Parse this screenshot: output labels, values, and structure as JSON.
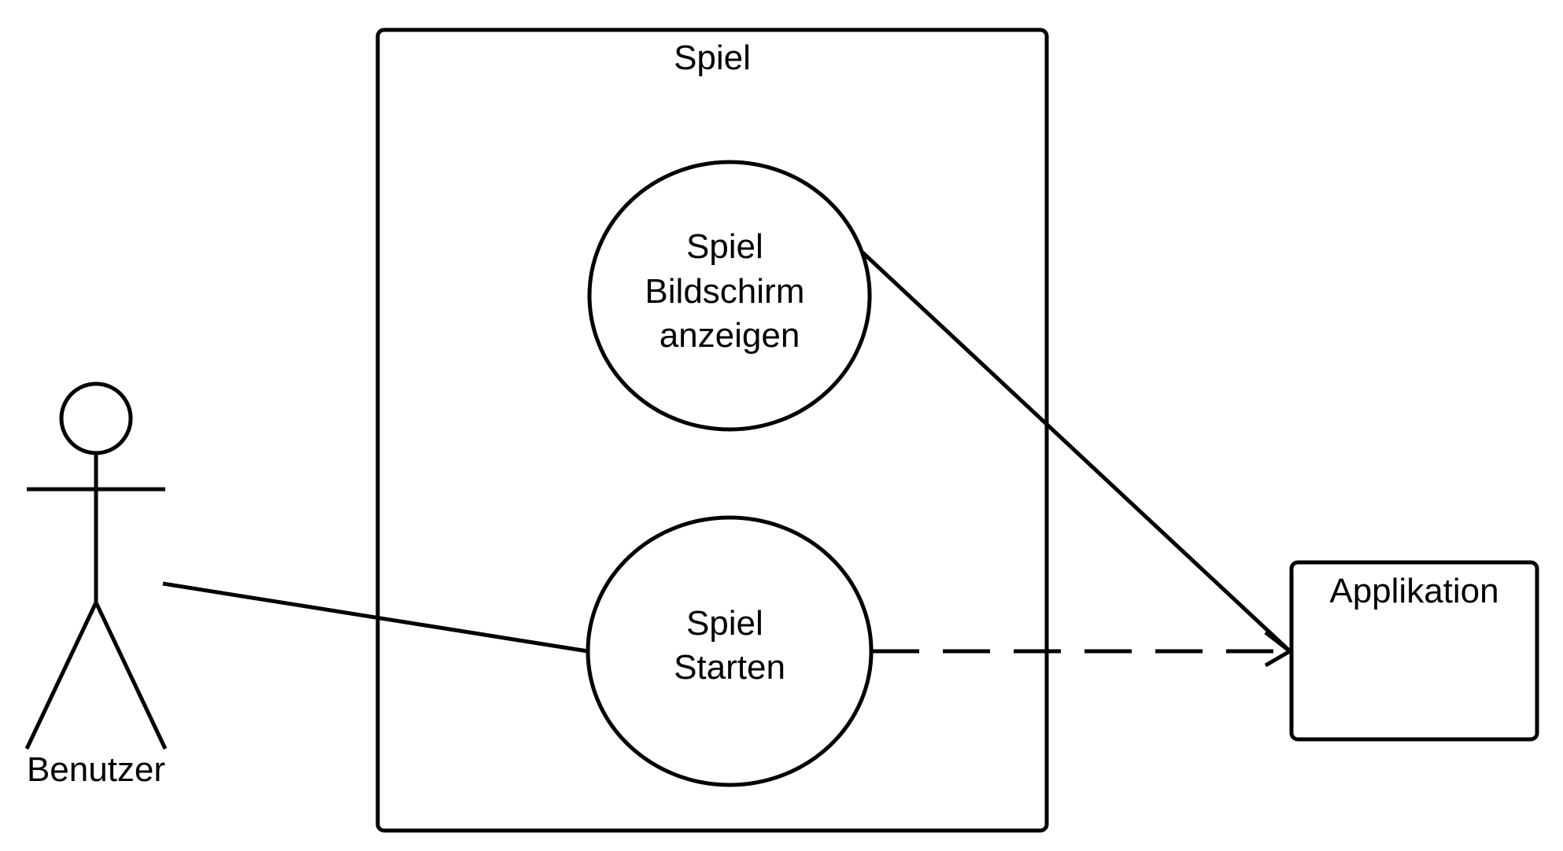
{
  "diagram_type": "uml-use-case",
  "stroke_color": "#000000",
  "background": "#ffffff",
  "system_boundary": {
    "label": "Spiel"
  },
  "actor": {
    "label": "Benutzer"
  },
  "use_cases": [
    {
      "id": "uc1",
      "label_lines": [
        "Spiel",
        "Bildschirm",
        "anzeigen"
      ]
    },
    {
      "id": "uc2",
      "label_lines": [
        "Spiel",
        "Starten"
      ]
    }
  ],
  "external_system": {
    "label": "Applikation"
  },
  "relationships": [
    {
      "from": "Benutzer",
      "to": "uc2",
      "style": "solid",
      "arrowhead": "none"
    },
    {
      "from": "uc1",
      "to": "Applikation",
      "style": "solid",
      "arrowhead": "open"
    },
    {
      "from": "uc2",
      "to": "Applikation",
      "style": "dashed",
      "arrowhead": "open"
    }
  ]
}
